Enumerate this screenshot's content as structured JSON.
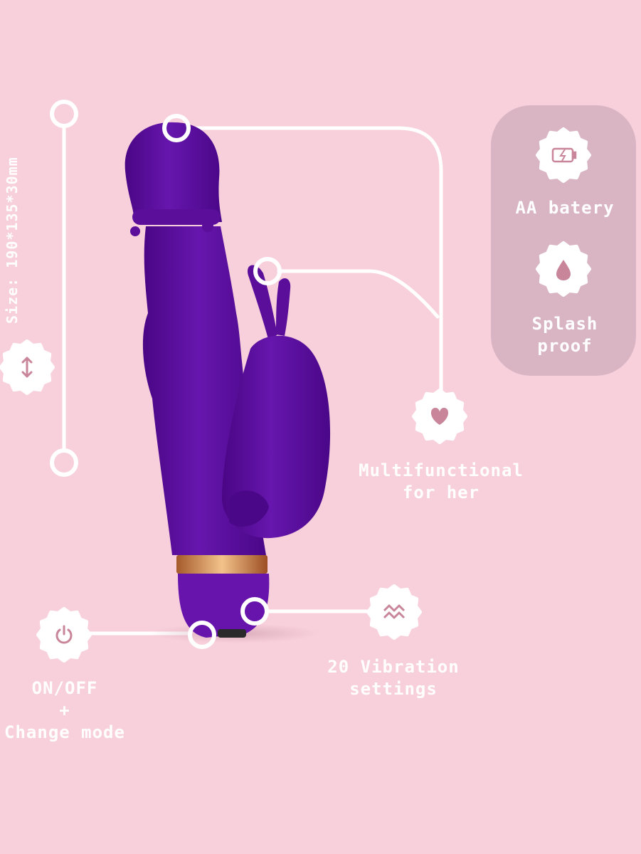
{
  "size_label": "Size: 190*135*30mm",
  "features": {
    "battery": {
      "label": "AA batery",
      "icon": "battery-bolt-icon"
    },
    "splash": {
      "label": "Splash\nproof",
      "icon": "water-drop-icon"
    },
    "multi": {
      "label": "Multifunctional\nfor her",
      "icon": "heart-icon"
    },
    "vibration": {
      "label": "20 Vibration\nsettings",
      "icon": "wave-icon"
    },
    "power": {
      "label": "ON/OFF\n+\nChange mode",
      "icon": "power-icon"
    },
    "size": {
      "icon": "up-down-arrows-icon"
    }
  },
  "colors": {
    "background": "#f8d0db",
    "panel": "#d9b5c4",
    "product": "#5a0e9a",
    "accent": "#c9869a"
  }
}
